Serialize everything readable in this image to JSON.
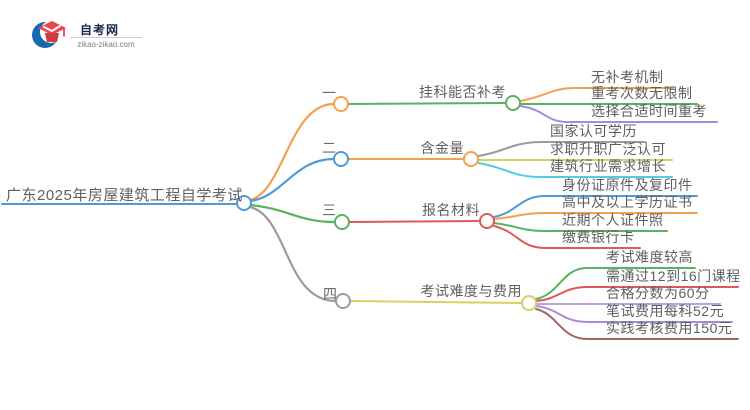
{
  "logo": {
    "site_name": "自考网",
    "site_url": "zikao-zikao.com"
  },
  "root": {
    "label": "广东2025年房屋建筑工程自学考试"
  },
  "branches": [
    {
      "index_label": "一",
      "topic": "挂科能否补考",
      "children": [
        "无补考机制",
        "重考次数无限制",
        "选择合适时间重考"
      ]
    },
    {
      "index_label": "二",
      "topic": "含金量",
      "children": [
        "国家认可学历",
        "求职升职广泛认可",
        "建筑行业需求增长"
      ]
    },
    {
      "index_label": "三",
      "topic": "报名材料",
      "children": [
        "身份证原件及复印件",
        "高中及以上学历证书",
        "近期个人证件照",
        "缴费银行卡"
      ]
    },
    {
      "index_label": "四",
      "topic": "考试难度与费用",
      "children": [
        "考试难度较高",
        "需通过12到16门课程",
        "合格分数为60分",
        "笔试费用每科52元",
        "实践考核费用150元"
      ]
    }
  ],
  "colors": {
    "brand_blue": "#1668af",
    "brand_red": "#e8484d",
    "root_blue": "#4e9ad6",
    "orange": "#f5a050",
    "green": "#57b35c",
    "blue": "#4e9ad6",
    "gray": "#9b9b9b",
    "red": "#e25858",
    "purple": "#a98ad6",
    "light_purple": "#b9a4e2",
    "cyan": "#53cbe4",
    "khaki": "#d7d163",
    "brown": "#9e6a5f",
    "node_text": "#5f5f5f"
  }
}
